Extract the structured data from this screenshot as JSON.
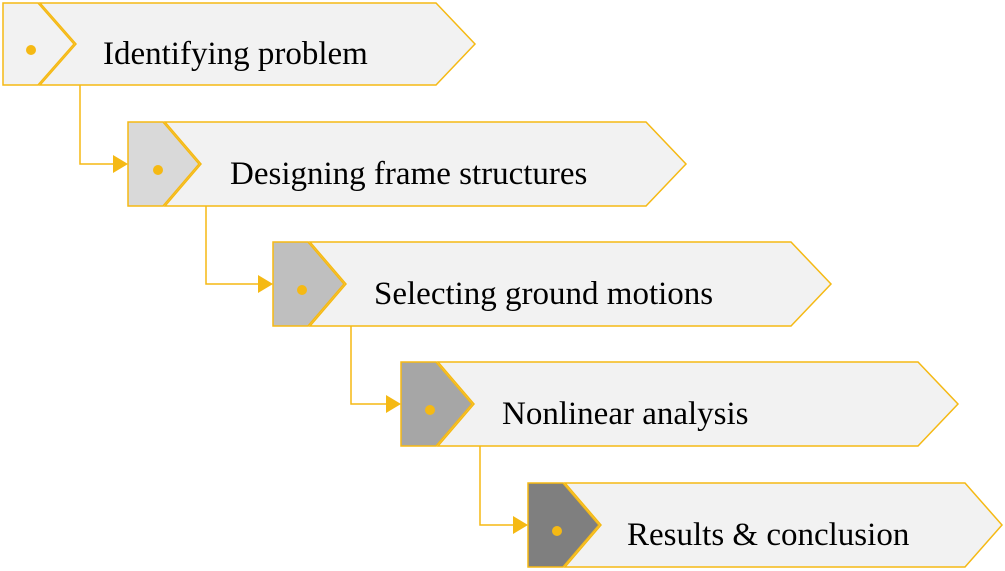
{
  "colors": {
    "outline": "#F5B914",
    "arrow_fill": "#F2F2F2",
    "dot": "#F5B914",
    "text": "#000000",
    "connector": "#F5B914"
  },
  "steps": [
    {
      "label": "Identifying problem",
      "marker_fill": "#F2F2F2"
    },
    {
      "label": "Designing frame structures",
      "marker_fill": "#D9D9D9"
    },
    {
      "label": "Selecting ground motions",
      "marker_fill": "#BFBFBF"
    },
    {
      "label": "Nonlinear analysis",
      "marker_fill": "#A6A6A6"
    },
    {
      "label": "Results & conclusion",
      "marker_fill": "#7F7F7F"
    }
  ]
}
